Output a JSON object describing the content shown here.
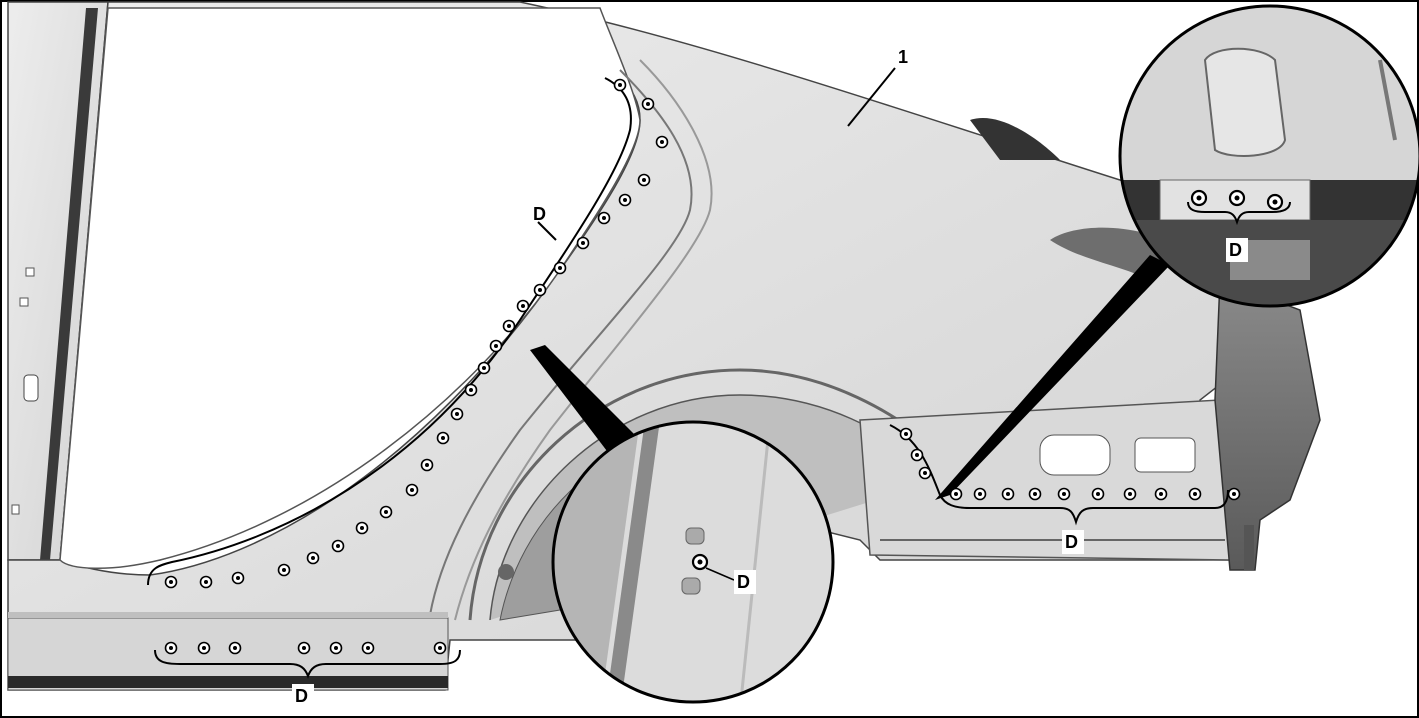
{
  "diagram": {
    "part_label": "1",
    "weld_label": "D",
    "callouts": [
      {
        "id": "pillar",
        "text": "D"
      },
      {
        "id": "sill-bottom",
        "text": "D"
      },
      {
        "id": "rear-sill",
        "text": "D"
      },
      {
        "id": "detail-center",
        "text": "D"
      },
      {
        "id": "detail-top-right",
        "text": "D"
      }
    ]
  }
}
